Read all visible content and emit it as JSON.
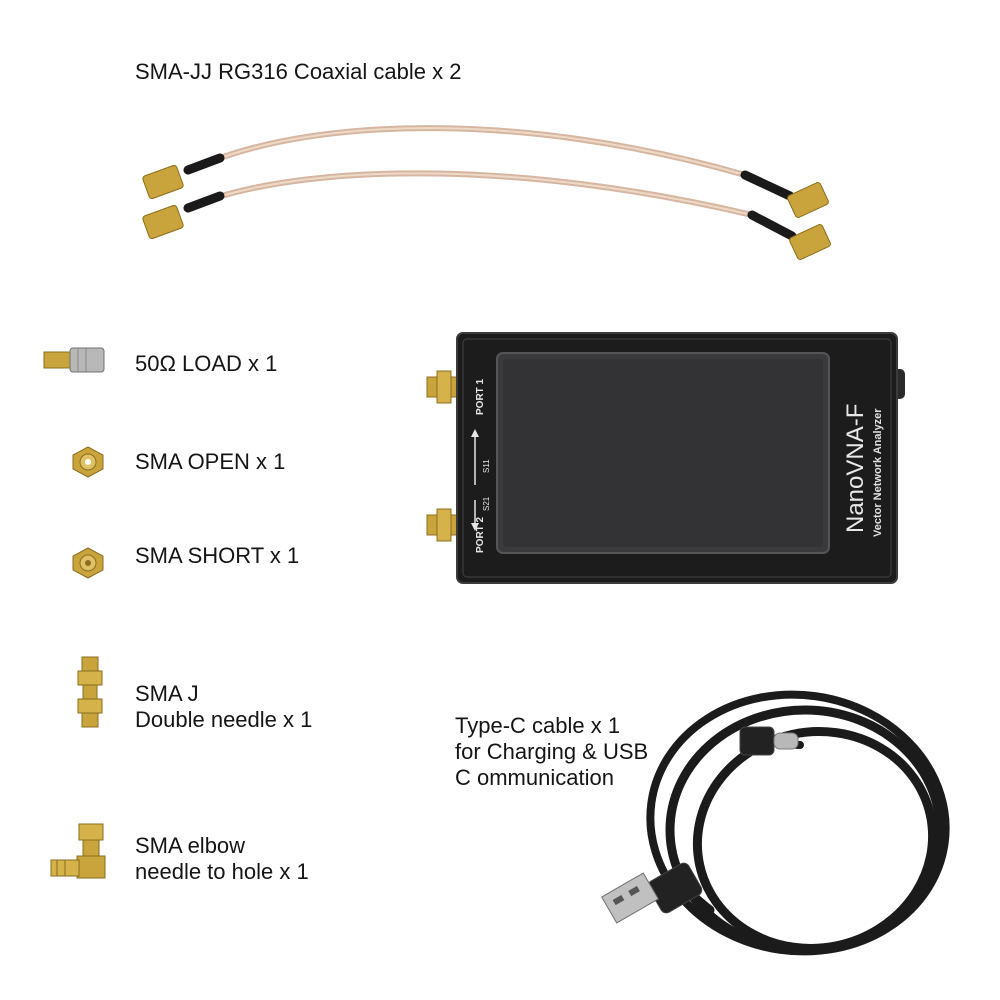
{
  "labels": {
    "coax": "SMA-JJ RG316 Coaxial cable x 2",
    "load": "50Ω LOAD x 1",
    "open": "SMA OPEN x 1",
    "short": "SMA SHORT x 1",
    "double_needle_l1": "SMA J",
    "double_needle_l2": "Double needle x 1",
    "elbow_l1": "SMA elbow",
    "elbow_l2": "needle to hole x 1",
    "typec_l1": "Type-C cable x 1",
    "typec_l2": "for Charging & USB",
    "typec_l3": "C ommunication"
  },
  "device": {
    "brand": "NanoVNA-F",
    "subtitle": "Vector Network Analyzer",
    "port1": "PORT 1",
    "port2": "PORT 2",
    "s11": "S11",
    "s21": "S21"
  },
  "colors": {
    "brass": "#c9a33c",
    "cable_sheath": "#d9b9a4",
    "device_body": "#1c1c1c",
    "screen": "#3a3a3c"
  }
}
